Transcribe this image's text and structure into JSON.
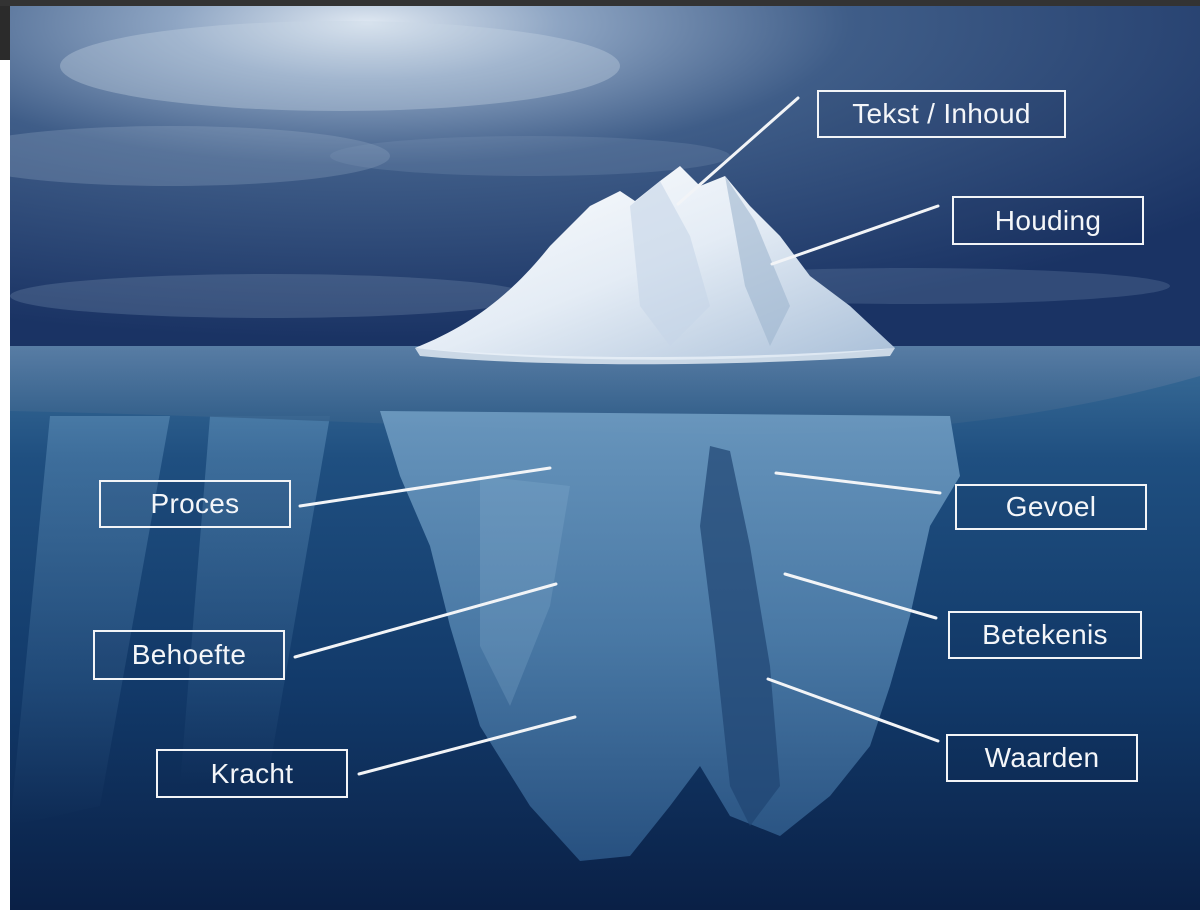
{
  "diagram": {
    "labels": {
      "tekst_inhoud": "Tekst / Inhoud",
      "houding": "Houding",
      "proces": "Proces",
      "gevoel": "Gevoel",
      "behoefte": "Behoefte",
      "betekenis": "Betekenis",
      "kracht": "Kracht",
      "waarden": "Waarden"
    }
  }
}
